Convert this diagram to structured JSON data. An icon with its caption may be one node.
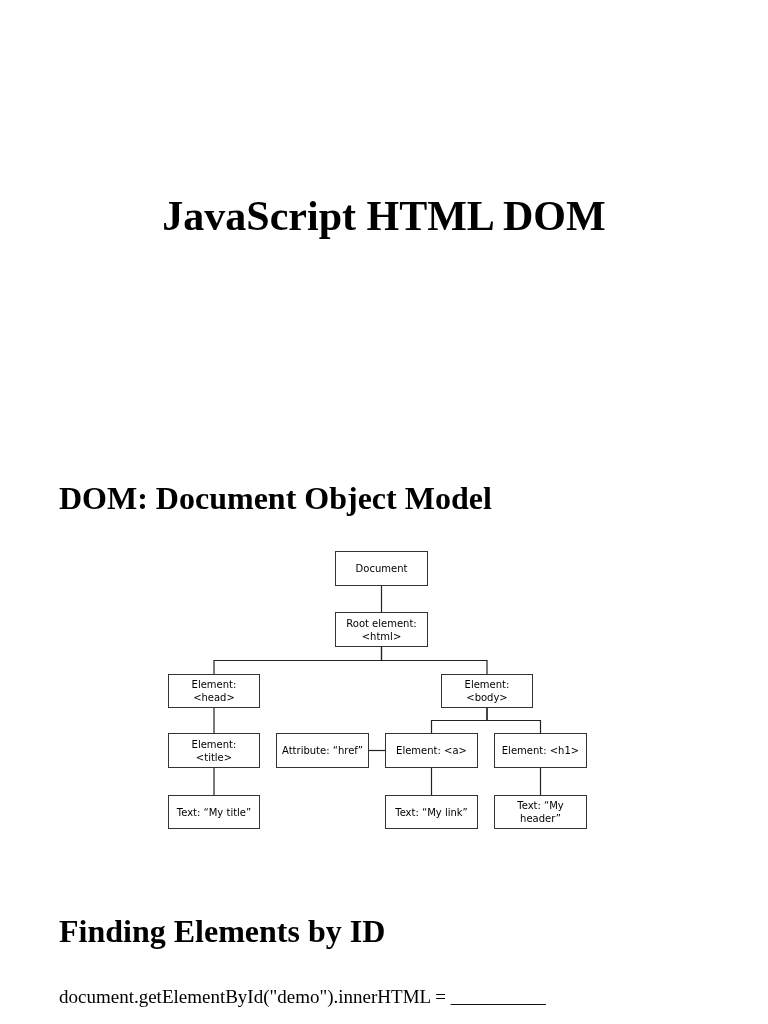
{
  "diagram": {
    "title": "JavaScript HTML DOM",
    "nodes": [
      {
        "text": [
          "Document"
        ]
      },
      {
        "text": [
          "Root element: <html>"
        ]
      },
      {
        "text": [
          "Element: <head>"
        ]
      },
      {
        "text": [
          "Element: <body>"
        ]
      },
      {
        "text": [
          "Element: <title>"
        ]
      },
      {
        "text": [
          "Attribute: “href”"
        ]
      },
      {
        "text": [
          "Element: <a>"
        ]
      },
      {
        "text": [
          "Element: <h1>"
        ]
      },
      {
        "text": [
          "Text: “My title”"
        ]
      },
      {
        "text": [
          "Text: “My link”"
        ]
      },
      {
        "text": [
          "Text: “My header”"
        ]
      }
    ],
    "edges": [
      {
        "from": 0,
        "to": 1,
        "arrow": "none"
      },
      {
        "from": 1,
        "to": 2,
        "arrow": "none"
      },
      {
        "from": 1,
        "to": 3,
        "arrow": "none"
      },
      {
        "from": 2,
        "to": 4,
        "arrow": "none"
      },
      {
        "from": 4,
        "to": 8,
        "arrow": "none"
      },
      {
        "from": 3,
        "to": 6,
        "arrow": "none"
      },
      {
        "from": 3,
        "to": 7,
        "arrow": "none"
      },
      {
        "from": 6,
        "to": 5,
        "arrow": "none"
      },
      {
        "from": 6,
        "to": 9,
        "arrow": "none"
      },
      {
        "from": 7,
        "to": 10,
        "arrow": "none"
      }
    ],
    "labels": [
      "DOM: Document Object Model",
      "Finding Elements by ID",
      "document.getElementById(\"demo\").innerHTML = __________"
    ]
  }
}
